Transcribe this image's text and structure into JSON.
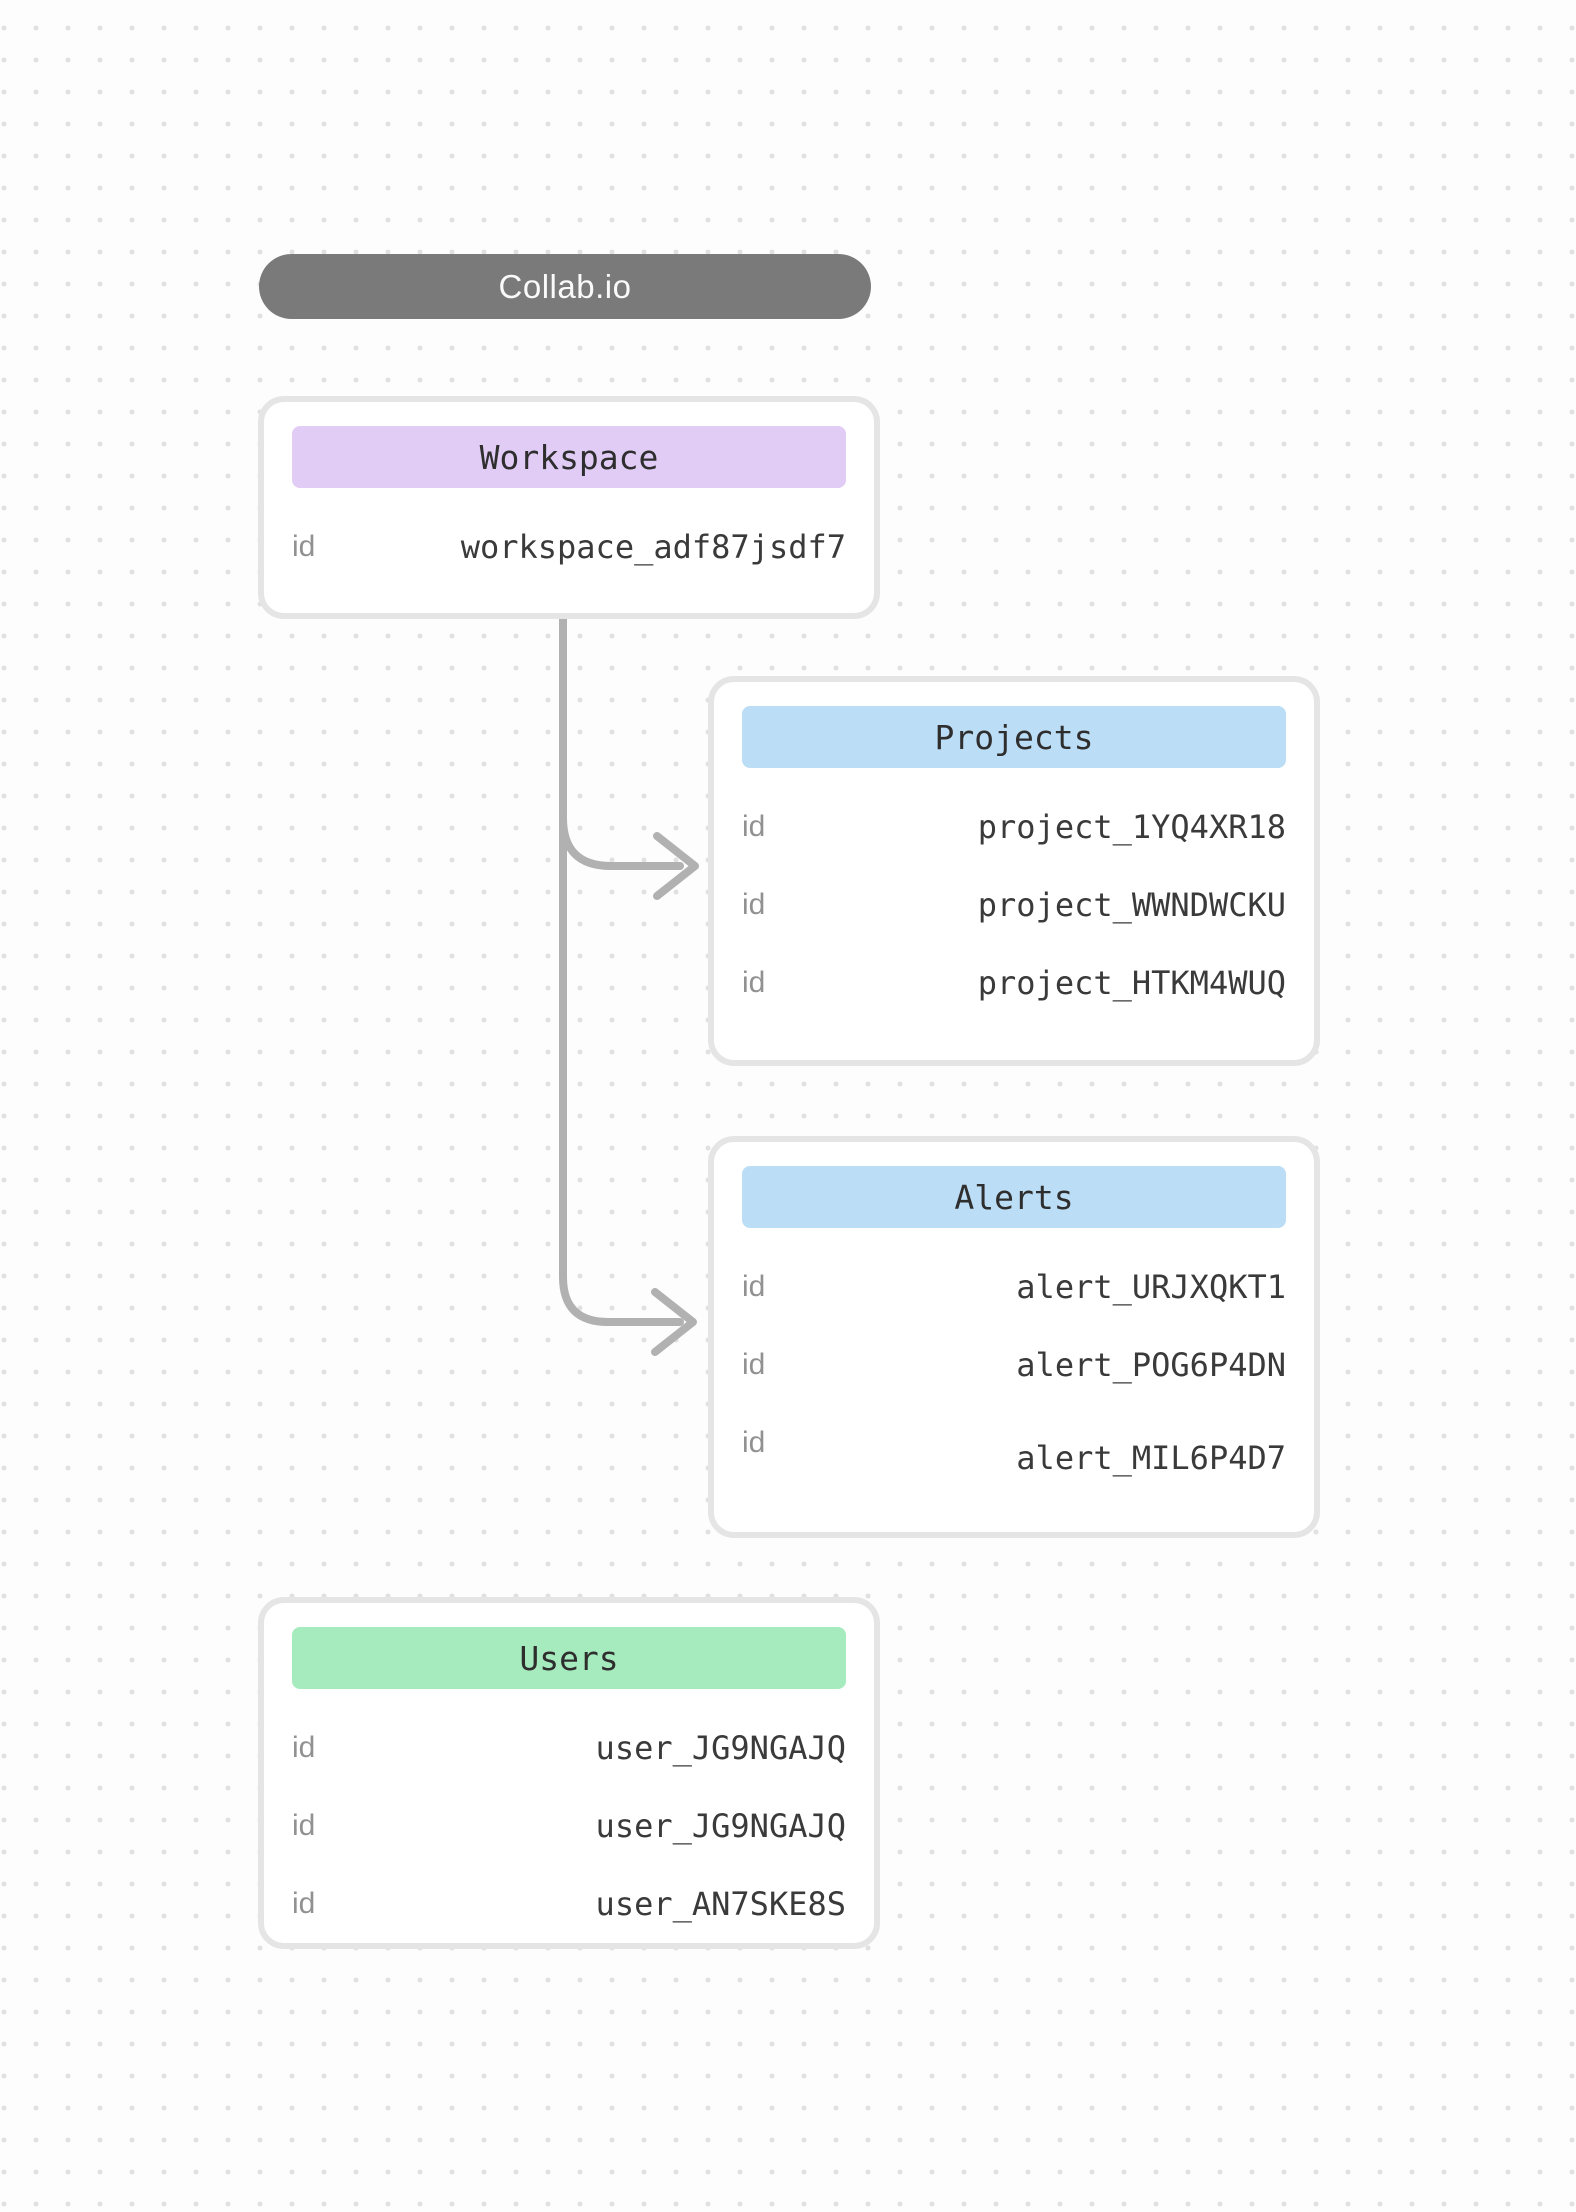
{
  "brand": {
    "label": "Collab.io"
  },
  "colors": {
    "brand_pill_bg": "#7a7a7a",
    "workspace_header_bg": "#e1ccf6",
    "projects_header_bg": "#bbddf6",
    "alerts_header_bg": "#bbddf6",
    "users_header_bg": "#a6ebbd",
    "connector": "#b1b1b1"
  },
  "entities": {
    "workspace": {
      "title": "Workspace",
      "rows": [
        {
          "label": "id",
          "value": "workspace_adf87jsdf7"
        }
      ]
    },
    "projects": {
      "title": "Projects",
      "rows": [
        {
          "label": "id",
          "value": "project_1YQ4XR18"
        },
        {
          "label": "id",
          "value": "project_WWNDWCKU"
        },
        {
          "label": "id",
          "value": "project_HTKM4WUQ"
        }
      ]
    },
    "alerts": {
      "title": "Alerts",
      "rows": [
        {
          "label": "id",
          "value": "alert_URJXQKT1"
        },
        {
          "label": "id",
          "value": "alert_POG6P4DN"
        },
        {
          "label": "id",
          "value": "alert_MIL6P4D7"
        }
      ]
    },
    "users": {
      "title": "Users",
      "rows": [
        {
          "label": "id",
          "value": "user_JG9NGAJQ"
        },
        {
          "label": "id",
          "value": "user_JG9NGAJQ"
        },
        {
          "label": "id",
          "value": "user_AN7SKE8S"
        }
      ]
    }
  }
}
